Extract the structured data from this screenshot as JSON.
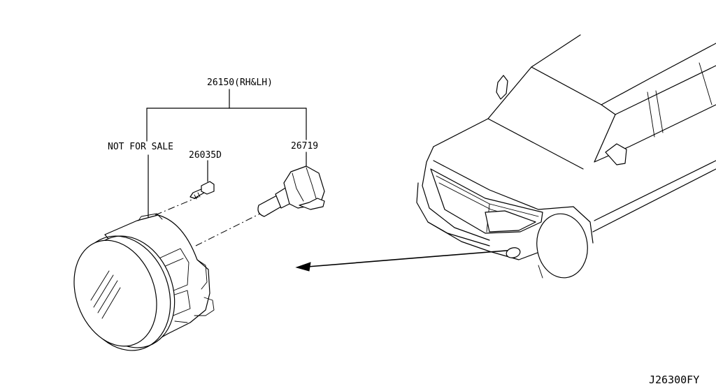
{
  "labels": {
    "assembly": "26150(RH&LH)",
    "not_for_sale": "NOT FOR SALE",
    "screw": "26035D",
    "bulb": "26719",
    "diagram_code": "J26300FY"
  }
}
